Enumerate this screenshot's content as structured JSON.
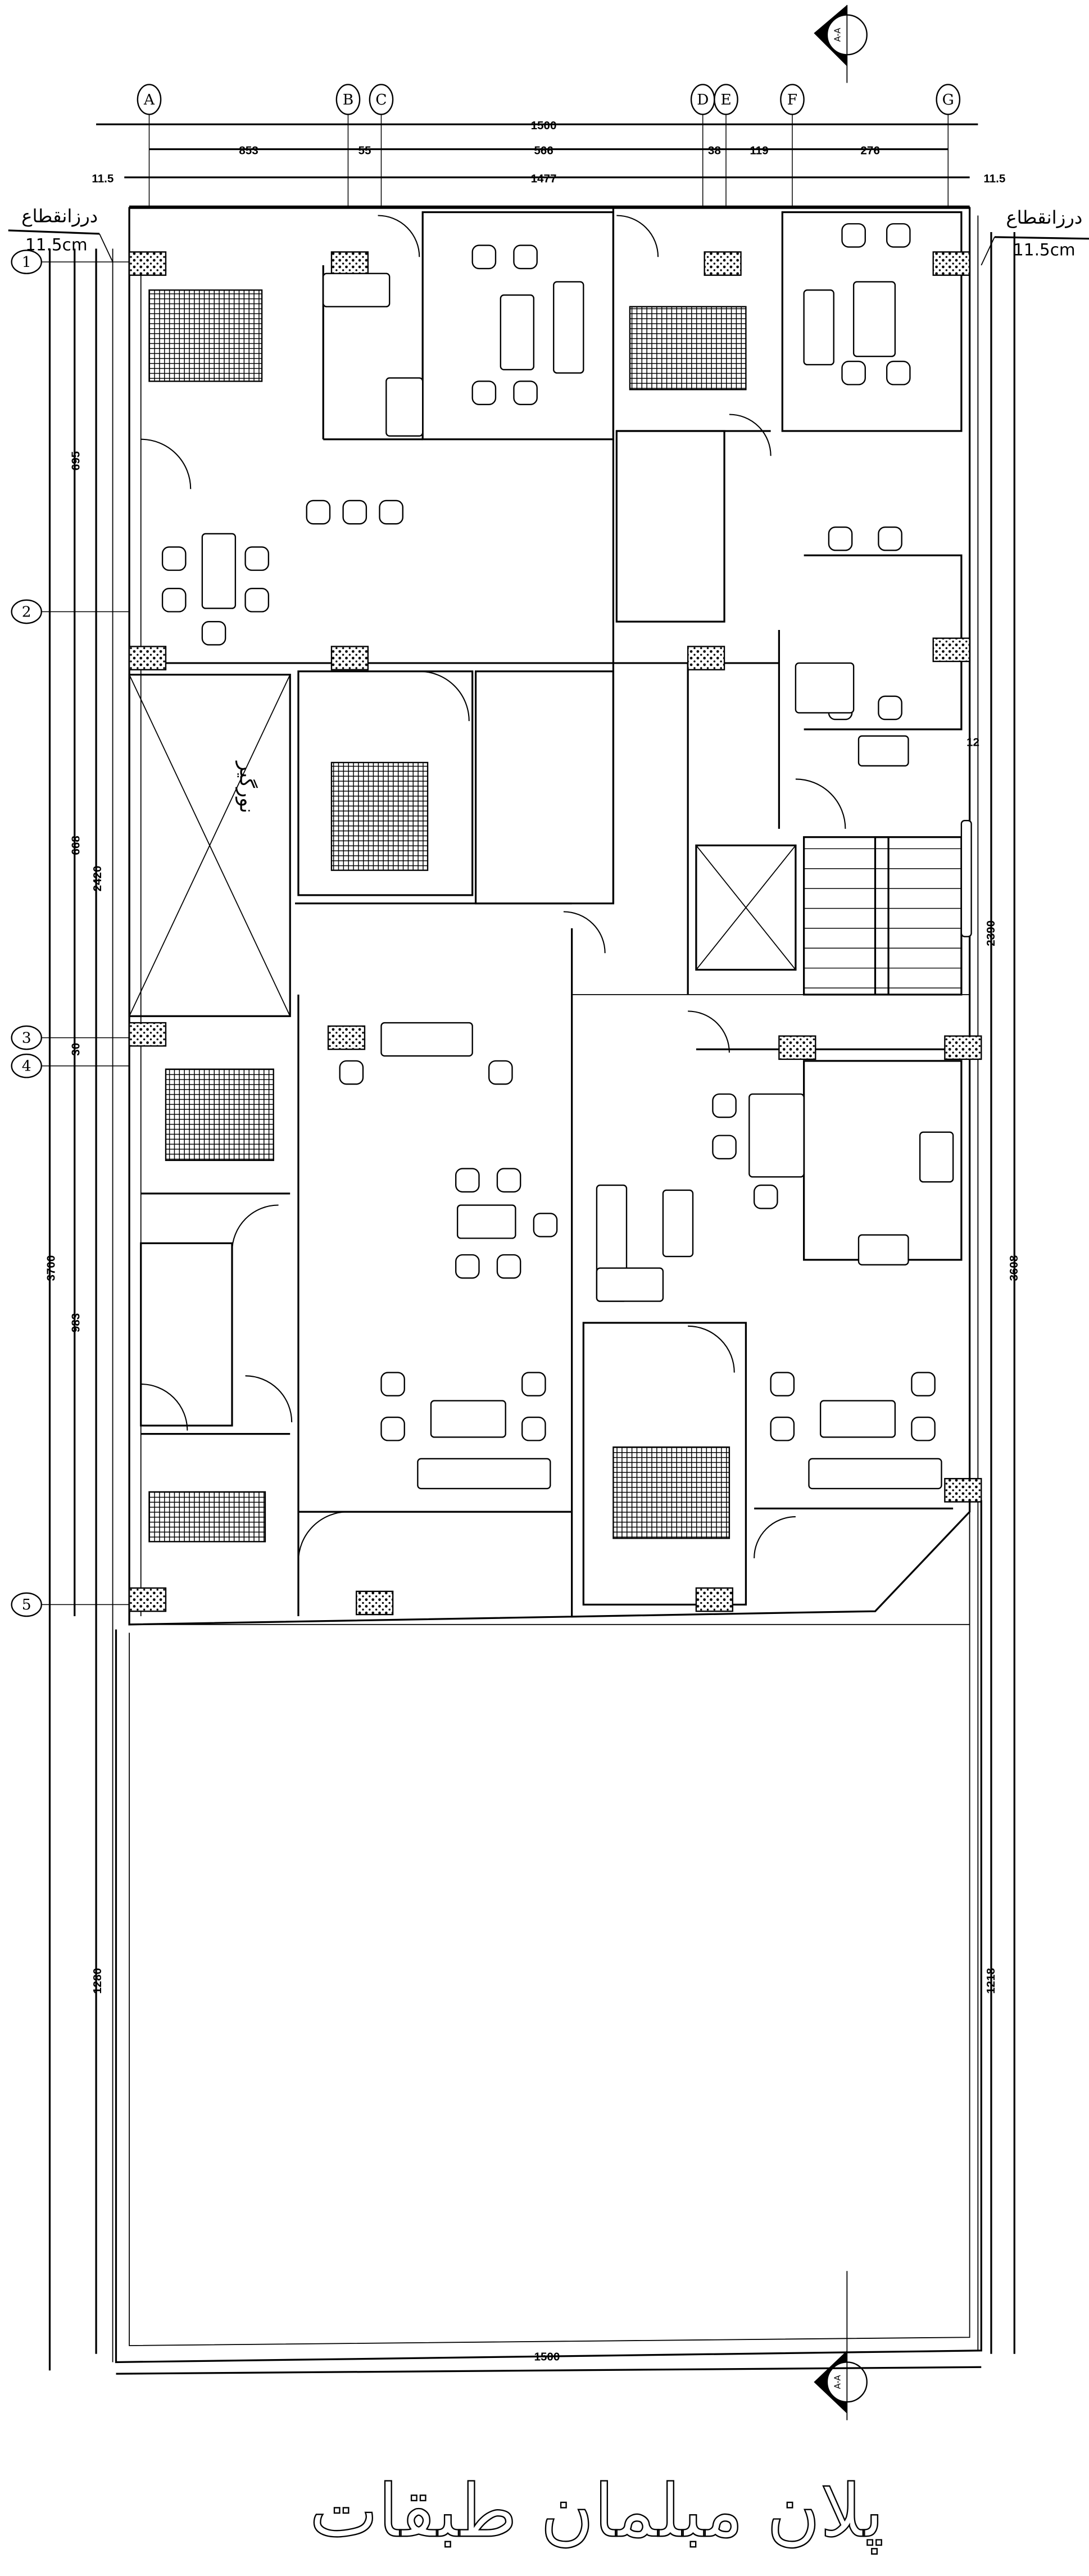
{
  "drawing": {
    "title": "پلان مبلمان طبقات",
    "section_marker": "A-A",
    "light_well_label": "نورگیر",
    "expansion_joint_label": "درزانقطاع",
    "expansion_joint_width": "11.5cm"
  },
  "grid_columns": [
    "A",
    "B",
    "C",
    "D",
    "E",
    "F",
    "G"
  ],
  "grid_rows": [
    "1",
    "2",
    "3",
    "4",
    "5"
  ],
  "dimensions": {
    "top_overall": "1500",
    "top_segments": [
      "853",
      "55",
      "566",
      "38",
      "119",
      "276"
    ],
    "top_inner": "1477",
    "top_edge_left": "11.5",
    "top_edge_right": "11.5",
    "left_segments": [
      "695",
      "668",
      "30",
      "983"
    ],
    "left_building": "2420",
    "left_overall": "3700",
    "left_yard": "1280",
    "right_front": "2390",
    "right_gap": "12",
    "right_overall": "3608",
    "right_yard": "1218",
    "bottom_overall": "1500"
  }
}
